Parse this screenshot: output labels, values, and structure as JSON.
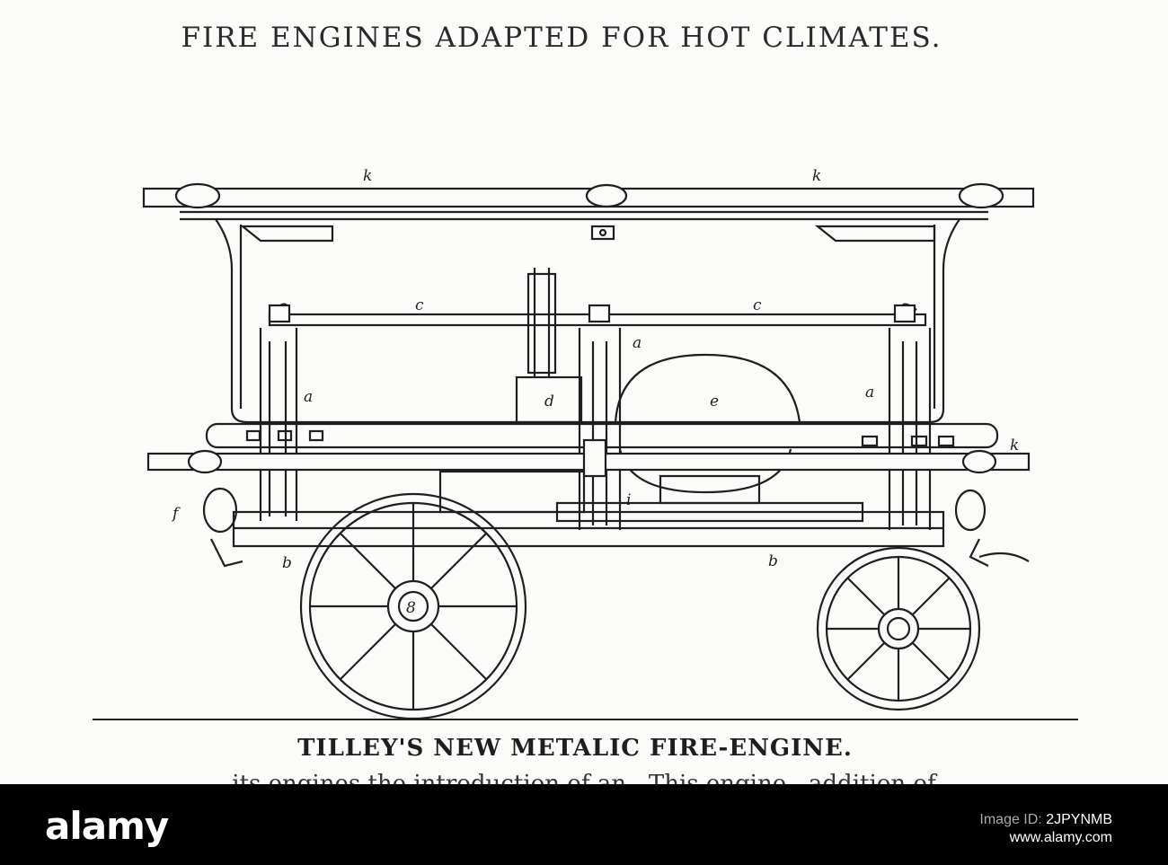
{
  "title": "FIRE ENGINES ADAPTED FOR HOT CLIMATES.",
  "caption": "TILLEY'S NEW METALIC FIRE-ENGINE.",
  "cut_text": "its engines the introduction of an . This engine . addition of",
  "figure_labels": {
    "k1": "k",
    "k2": "k",
    "k3": "k",
    "c1": "c",
    "c2": "c",
    "a1": "a",
    "a2": "a",
    "a3": "a",
    "d": "d",
    "e": "e",
    "f": "f",
    "b1": "b",
    "b2": "b",
    "i": "i",
    "wheel": "8"
  },
  "banner": {
    "brand": "alamy",
    "image_id_label": "Image ID:",
    "image_id": "2JPYNMB",
    "site": "www.alamy.com"
  }
}
